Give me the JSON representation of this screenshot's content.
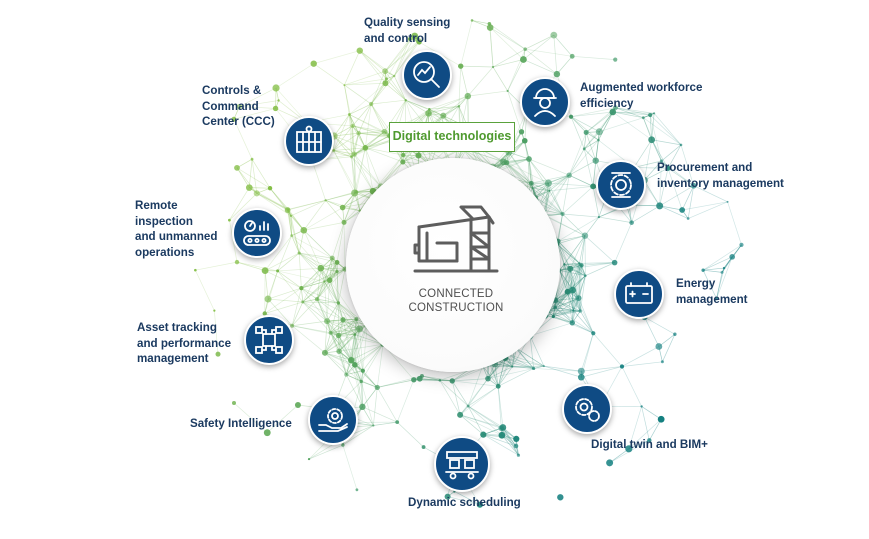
{
  "center": {
    "title_lines": [
      "CONNECTED",
      "CONSTRUCTION"
    ]
  },
  "tag": "Digital technologies",
  "items": [
    {
      "label_lines": [
        "Quality sensing",
        "and control"
      ],
      "icon": "magnifier-chart-icon"
    },
    {
      "label_lines": [
        "Augmented workforce",
        "efficiency"
      ],
      "icon": "worker-helmet-icon"
    },
    {
      "label_lines": [
        "Procurement and",
        "inventory management"
      ],
      "icon": "gear-document-icon"
    },
    {
      "label_lines": [
        "Energy",
        "management"
      ],
      "icon": "battery-icon"
    },
    {
      "label_lines": [
        "Digital twin and BIM+"
      ],
      "icon": "gears-icon"
    },
    {
      "label_lines": [
        "Dynamic scheduling"
      ],
      "icon": "machinery-icon"
    },
    {
      "label_lines": [
        "Safety Intelligence"
      ],
      "icon": "hand-gear-icon"
    },
    {
      "label_lines": [
        "Asset tracking",
        "and performance",
        "management"
      ],
      "icon": "circuit-icon"
    },
    {
      "label_lines": [
        "Remote",
        "inspection",
        "and unmanned",
        "operations"
      ],
      "icon": "control-panel-icon"
    },
    {
      "label_lines": [
        "Controls &",
        "Command",
        "Center (CCC)"
      ],
      "icon": "building-icon"
    }
  ],
  "colors": {
    "node": "#0f4b84",
    "label": "#1b3a60",
    "accent_green": "#5aa23c",
    "network_teal": "#1f8e86"
  }
}
